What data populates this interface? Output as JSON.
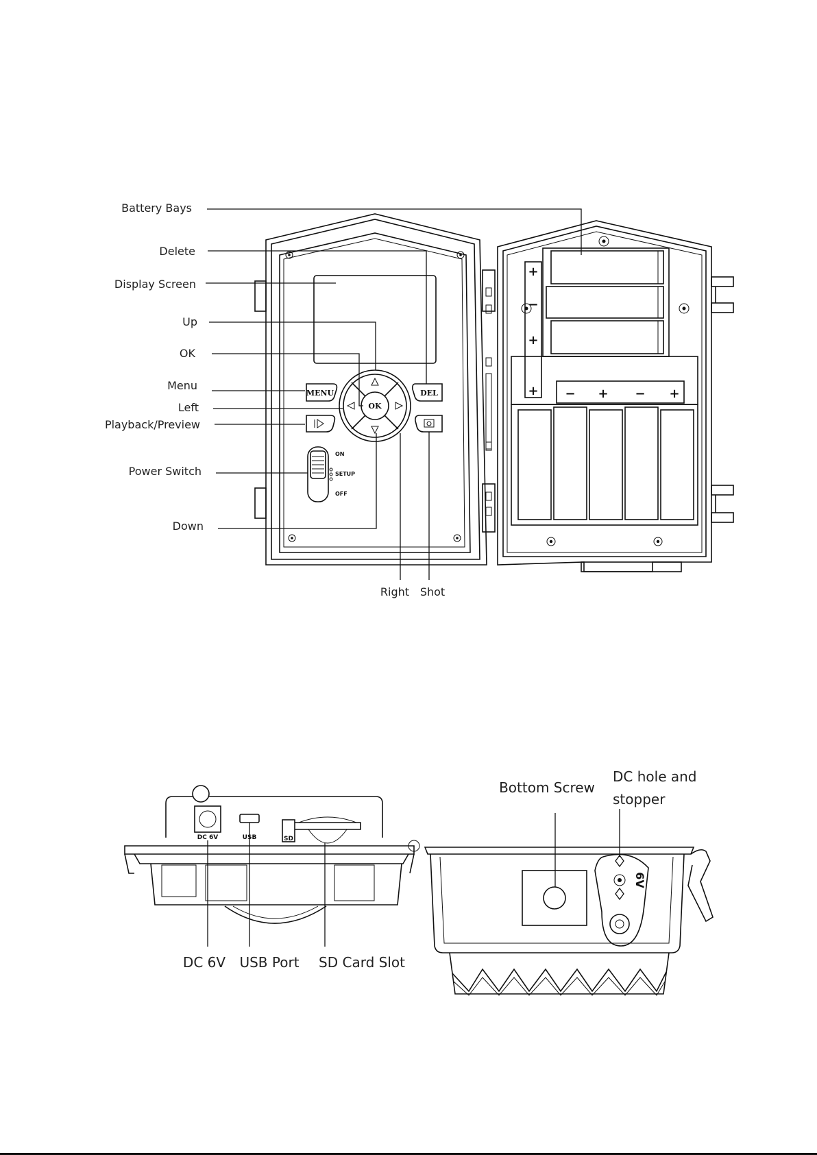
{
  "diagram_front": {
    "labels": {
      "battery_bays": "Battery Bays",
      "delete": "Delete",
      "display_screen": "Display Screen",
      "up": "Up",
      "ok": "OK",
      "menu": "Menu",
      "left": "Left",
      "playback_preview": "Playback/Preview",
      "power_switch": "Power Switch",
      "down": "Down",
      "right": "Right",
      "shot": "Shot"
    },
    "buttons": {
      "menu": "MENU",
      "del": "DEL",
      "ok": "OK"
    },
    "switch_positions": {
      "on": "ON",
      "setup": "SETUP",
      "off": "OFF"
    }
  },
  "diagram_bottom": {
    "labels": {
      "dc_6v": "DC 6V",
      "usb_port": "USB Port",
      "sd_card_slot": "SD Card Slot",
      "bottom_screw": "Bottom Screw",
      "dc_hole_line1": "DC hole and",
      "dc_hole_line2": "stopper"
    },
    "port_text": {
      "dc": "DC  6V",
      "usb": "USB",
      "sd": "SD",
      "dc_cap": "6V"
    }
  }
}
